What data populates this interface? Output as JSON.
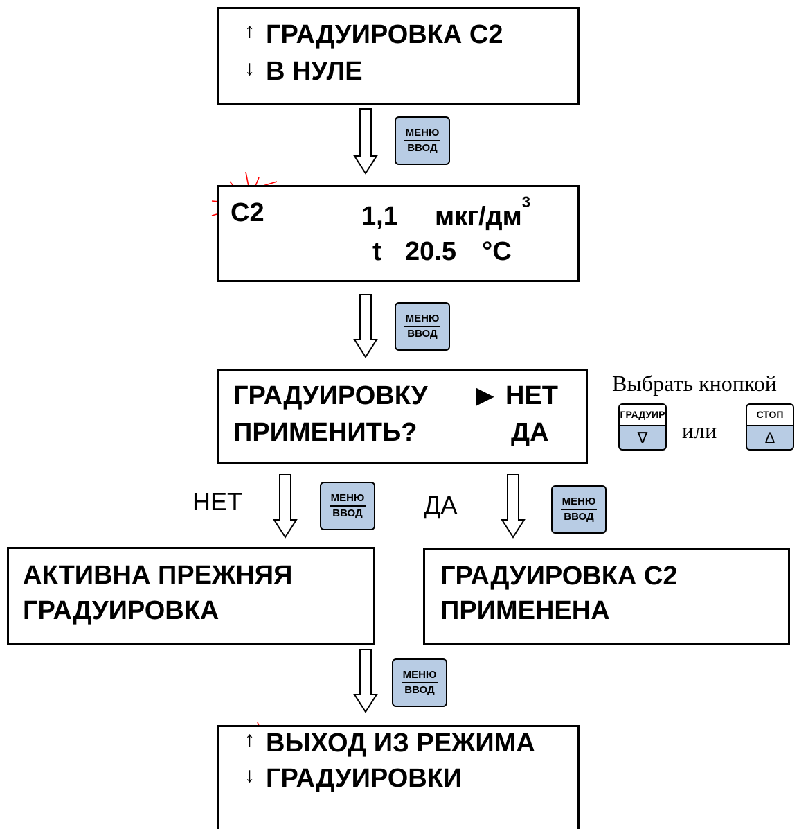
{
  "screen1": {
    "line1": "ГРАДУИРОВКА С2",
    "line2": "В НУЛЕ"
  },
  "screen2": {
    "channel": "С2",
    "value": "1,1",
    "unit": "мкг/дм",
    "unit_exp": "3",
    "temp_prefix": "t",
    "temp_value": "20.5",
    "temp_unit": "°С"
  },
  "screen3": {
    "line1": "ГРАДУИРОВКУ",
    "line2": "ПРИМЕНИТЬ?",
    "option_no": "НЕТ",
    "option_yes": "ДА"
  },
  "hint": {
    "text": "Выбрать кнопкой",
    "or": "или"
  },
  "branch_no": "НЕТ",
  "branch_yes": "ДА",
  "screen_no": {
    "line1": "АКТИВНА ПРЕЖНЯЯ",
    "line2": "ГРАДУИРОВКА"
  },
  "screen_yes": {
    "line1": "ГРАДУИРОВКА С2",
    "line2": "ПРИМЕНЕНА"
  },
  "screen_exit": {
    "line1": "ВЫХОД ИЗ РЕЖИМА",
    "line2": "ГРАДУИРОВКИ"
  },
  "keys": {
    "menu": {
      "top": "МЕНЮ",
      "bottom": "ВВОД"
    },
    "gradu": {
      "label": "ГРАДУИР",
      "symbol": "∇"
    },
    "stop": {
      "label": "СТОП",
      "symbol": "Δ"
    }
  },
  "colors": {
    "key_fill": "#b8cce4",
    "blink": "#ff0000"
  }
}
